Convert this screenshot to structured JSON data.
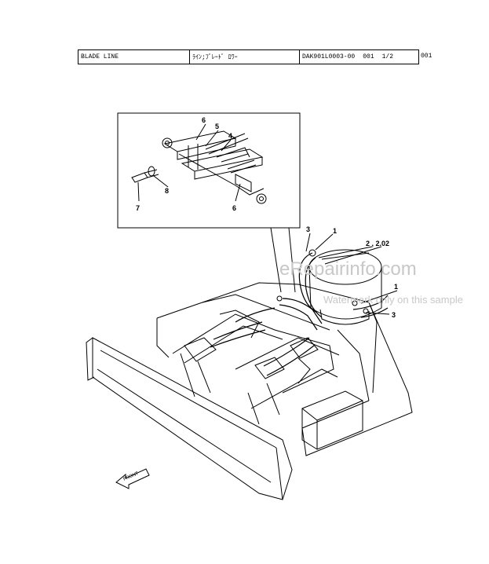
{
  "header": {
    "title": "BLADE LINE",
    "subtitle_jp": "ﾗｲﾝ;ﾌﾞﾚｰﾄﾞ ﾛﾜｰ",
    "part_code": "DAK901L0003-00",
    "group": "001",
    "page": "1/2",
    "sheet": "001"
  },
  "callouts": {
    "c1a": "1",
    "c1b": "1",
    "c2": "2 , 2.02",
    "c3a": "3",
    "c3b": "3",
    "c4": "4",
    "c5": "5",
    "c6a": "6",
    "c6b": "6",
    "c7": "7",
    "c8": "8"
  },
  "front_label": "FRONT",
  "watermark": {
    "site": "eRepairinfo.com",
    "note": "Watermark only on this sample"
  }
}
